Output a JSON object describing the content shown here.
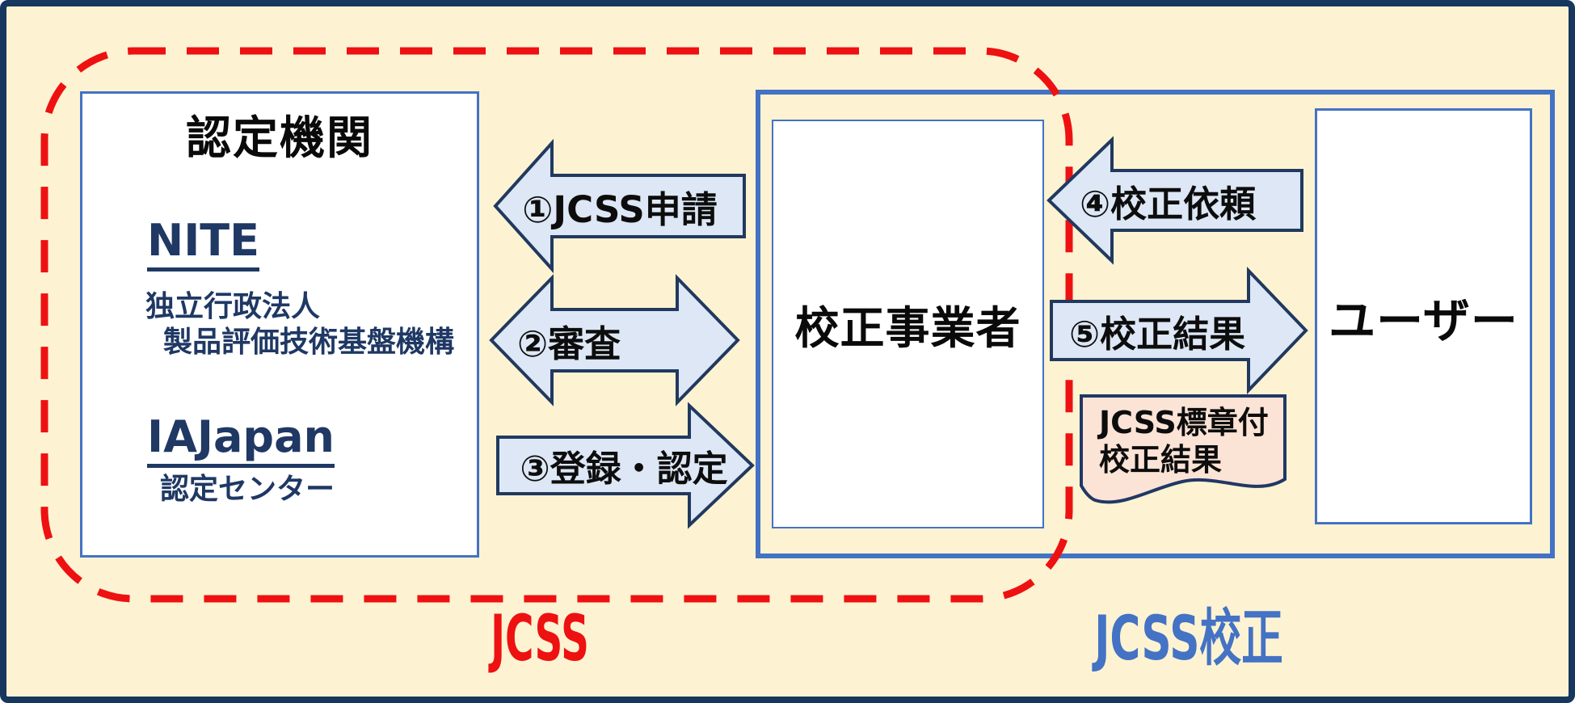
{
  "page": {
    "background": "#fdf3d2",
    "border_color": "#17375e"
  },
  "regions": {
    "jcss": {
      "label": "JCSS",
      "color": "#ee1111"
    },
    "jcss_calibration": {
      "label": "JCSS校正",
      "color": "#4472c4"
    }
  },
  "accreditation_box": {
    "title": "認定機関",
    "nite": {
      "name": "NITE",
      "desc_line1": "独立行政法人",
      "desc_line2": "製品評価技術基盤機構"
    },
    "iajapan": {
      "name": "IAJapan",
      "desc": "認定センター"
    }
  },
  "calibration_box": {
    "label": "校正事業者"
  },
  "user_box": {
    "label": "ユーザー"
  },
  "arrows": {
    "a1": {
      "label": "①JCSS申請",
      "direction": "left"
    },
    "a2": {
      "label": "②審査",
      "direction": "both"
    },
    "a3": {
      "label": "③登録・認定",
      "direction": "right"
    },
    "a4": {
      "label": "④校正依頼",
      "direction": "left"
    },
    "a5": {
      "label": "⑤校正結果",
      "direction": "right"
    }
  },
  "document_note": {
    "line1": "JCSS標章付",
    "line2": "校正結果"
  },
  "colors": {
    "arrow_fill": "#dde7f5",
    "arrow_stroke": "#21395f",
    "box_border": "#4472c4",
    "navy_text": "#1f3864",
    "red_dash": "#ee1111",
    "doc_fill": "#fbe3d6",
    "doc_stroke": "#203864"
  }
}
